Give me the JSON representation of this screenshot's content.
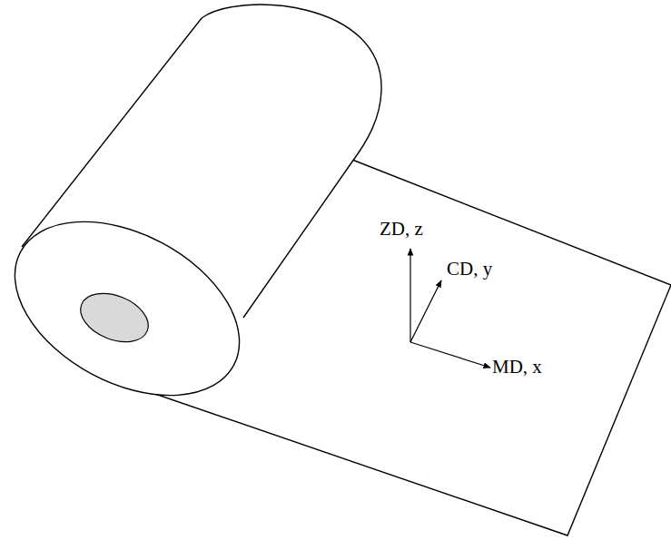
{
  "diagram": {
    "labels": [
      "ZD, z",
      "CD, y",
      "MD, x"
    ]
  }
}
